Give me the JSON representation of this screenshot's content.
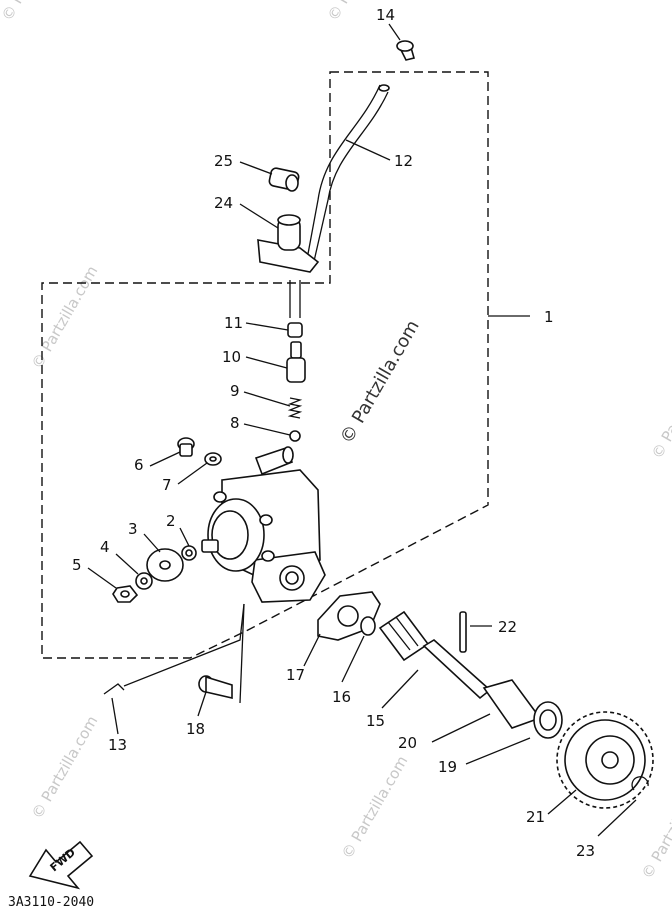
{
  "diagram": {
    "code": "3A3110-2040",
    "watermark": "© Partzilla.com",
    "fwd_label": "FWD",
    "labels": {
      "p1": "1",
      "p2": "2",
      "p3": "3",
      "p4": "4",
      "p5": "5",
      "p6": "6",
      "p7": "7",
      "p8": "8",
      "p9": "9",
      "p10": "10",
      "p11": "11",
      "p12": "12",
      "p13": "13",
      "p14": "14",
      "p15": "15",
      "p16": "16",
      "p17": "17",
      "p18": "18",
      "p19": "19",
      "p20": "20",
      "p21": "21",
      "p22": "22",
      "p23": "23",
      "p24": "24",
      "p25": "25"
    }
  }
}
